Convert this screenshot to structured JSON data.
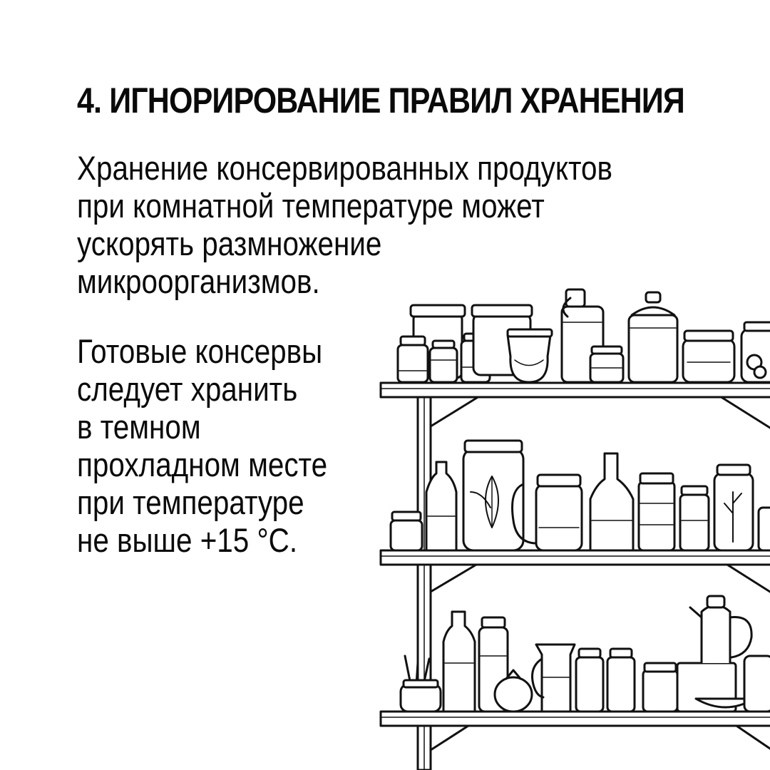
{
  "title": "4. ИГНОРИРОВАНИЕ ПРАВИЛ ХРАНЕНИЯ",
  "paragraph1": [
    "Хранение консервированных продуктов",
    "при комнатной температуре может",
    "ускорять размножение",
    "микроорганизмов."
  ],
  "paragraph2": [
    "Готовые консервы",
    "следует хранить",
    "в темном",
    "прохладном месте",
    "при температуре",
    "не выше +15 °C."
  ],
  "illustration": {
    "icon": "pantry-shelves-with-jars-icon",
    "ink_color": "#111111",
    "paper_color": "#ffffff"
  }
}
